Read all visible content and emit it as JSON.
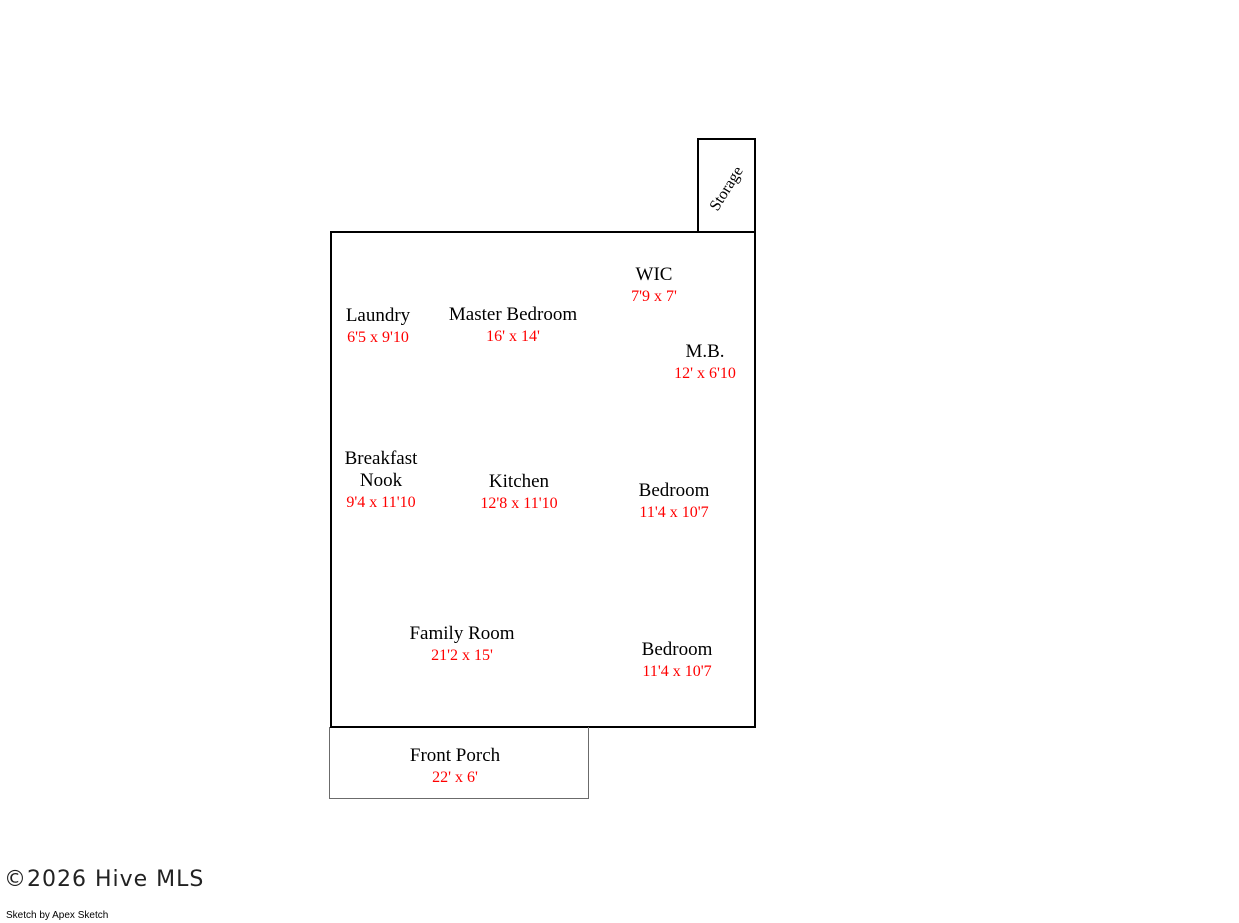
{
  "colors": {
    "outline": "#000000",
    "porch_outline": "#6b6b6b",
    "dimension_text": "#ff0000",
    "label_text": "#000000"
  },
  "rooms": {
    "wic": {
      "name": "WIC",
      "dims": "7'9 x 7'"
    },
    "laundry": {
      "name": "Laundry",
      "dims": "6'5 x 9'10"
    },
    "master_bedroom": {
      "name": "Master Bedroom",
      "dims": "16' x 14'"
    },
    "master_bath": {
      "name": "M.B.",
      "dims": "12' x 6'10"
    },
    "breakfast_nook": {
      "name_line1": "Breakfast",
      "name_line2": "Nook",
      "dims": "9'4 x 11'10"
    },
    "kitchen": {
      "name": "Kitchen",
      "dims": "12'8 x 11'10"
    },
    "bedroom_1": {
      "name": "Bedroom",
      "dims": "11'4 x 10'7"
    },
    "family_room": {
      "name": "Family Room",
      "dims": "21'2 x 15'"
    },
    "bedroom_2": {
      "name": "Bedroom",
      "dims": "11'4 x 10'7"
    },
    "front_porch": {
      "name": "Front Porch",
      "dims": "22' x 6'"
    },
    "storage": {
      "name": "Storage"
    }
  },
  "footer": {
    "copyright": "©2026 Hive MLS",
    "credit": "Sketch by Apex Sketch"
  }
}
